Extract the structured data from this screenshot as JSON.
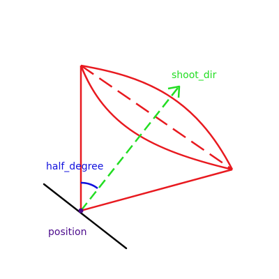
{
  "labels": {
    "shoot_dir": "shoot_dir",
    "half_degree": "half_degree",
    "position": "position"
  },
  "colors": {
    "cone": "#e8191f",
    "shoot_dir": "#22dd22",
    "half_degree": "#1111dd",
    "position": "#4b0a8c",
    "ground": "#000000",
    "background": "#ffffff"
  }
}
